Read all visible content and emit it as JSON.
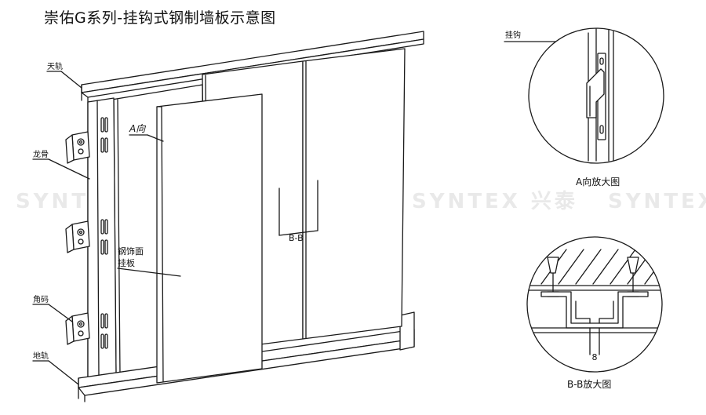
{
  "title": "崇佑G系列-挂钩式钢制墙板示意图",
  "watermark": "SYNTEX 兴泰",
  "labels": {
    "top_rail": "天轨",
    "keel": "龙骨",
    "angle_code": "角码",
    "bottom_rail": "地轨",
    "a_direction": "A向",
    "panel_line1": "钢饰面",
    "panel_line2": "挂板",
    "section_bb": "B-B",
    "hook": "挂钩",
    "a_detail_caption": "A向放大图",
    "bb_detail_caption": "B-B放大图",
    "gap_value": "8"
  },
  "colors": {
    "line": "#1a1a1a",
    "background": "#ffffff",
    "watermark": "#e9e9e9"
  }
}
